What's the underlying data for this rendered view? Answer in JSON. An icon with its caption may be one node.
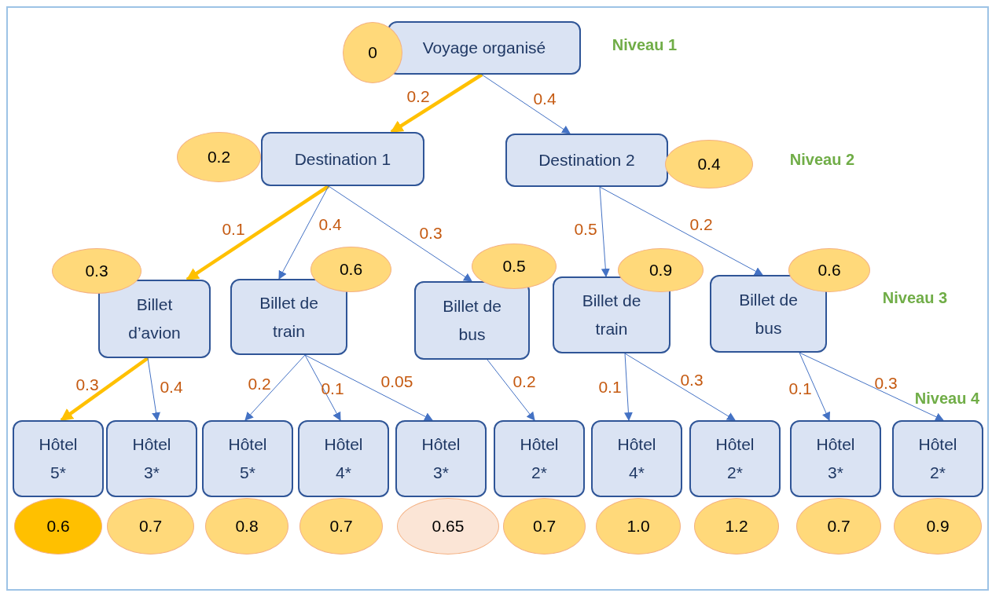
{
  "diagram": {
    "nodes": [
      {
        "text": [
          "0"
        ]
      },
      {
        "text": [
          "Voyage organisé"
        ]
      },
      {
        "text": [
          "0.2"
        ]
      },
      {
        "text": [
          "Destination 1"
        ]
      },
      {
        "text": [
          "Destination 2"
        ]
      },
      {
        "text": [
          "0.4"
        ]
      },
      {
        "text": [
          "0.3"
        ]
      },
      {
        "text": [
          "Billet d’avion"
        ]
      },
      {
        "text": [
          "Billet de train"
        ]
      },
      {
        "text": [
          "0.6"
        ]
      },
      {
        "text": [
          "Billet de bus"
        ]
      },
      {
        "text": [
          "0.5"
        ]
      },
      {
        "text": [
          "Billet de train"
        ]
      },
      {
        "text": [
          "0.9"
        ]
      },
      {
        "text": [
          "Billet de bus"
        ]
      },
      {
        "text": [
          "0.6"
        ]
      },
      {
        "text": [
          "Hôtel 5*"
        ]
      },
      {
        "text": [
          "Hôtel 3*"
        ]
      },
      {
        "text": [
          "Hôtel 5*"
        ]
      },
      {
        "text": [
          "Hôtel 4*"
        ]
      },
      {
        "text": [
          "Hôtel 3*"
        ]
      },
      {
        "text": [
          "Hôtel 2*"
        ]
      },
      {
        "text": [
          "Hôtel 4*"
        ]
      },
      {
        "text": [
          "Hôtel 2*"
        ]
      },
      {
        "text": [
          "Hôtel 3*"
        ]
      },
      {
        "text": [
          "Hôtel 2*"
        ]
      },
      {
        "text": [
          "0.6"
        ]
      },
      {
        "text": [
          "0.7"
        ]
      },
      {
        "text": [
          "0.8"
        ]
      },
      {
        "text": [
          "0.7"
        ]
      },
      {
        "text": [
          "0.65"
        ]
      },
      {
        "text": [
          "0.7"
        ]
      },
      {
        "text": [
          "1.0"
        ]
      },
      {
        "text": [
          "1.2"
        ]
      },
      {
        "text": [
          "0.7"
        ]
      },
      {
        "text": [
          "0.9"
        ]
      }
    ],
    "edges": [
      {
        "from": 1,
        "to": 3,
        "arrow": "to",
        "label": "0.2",
        "style": "thick",
        "color": "#ffc000"
      },
      {
        "from": 1,
        "to": 4,
        "arrow": "to",
        "label": "0.4"
      },
      {
        "from": 3,
        "to": 7,
        "arrow": "to",
        "label": "0.1",
        "style": "thick",
        "color": "#ffc000"
      },
      {
        "from": 3,
        "to": 8,
        "arrow": "to",
        "label": "0.4"
      },
      {
        "from": 3,
        "to": 10,
        "arrow": "to",
        "label": "0.3"
      },
      {
        "from": 4,
        "to": 12,
        "arrow": "to",
        "label": "0.5"
      },
      {
        "from": 4,
        "to": 14,
        "arrow": "to",
        "label": "0.2"
      },
      {
        "from": 7,
        "to": 16,
        "arrow": "to",
        "label": "0.3",
        "style": "thick",
        "color": "#ffc000"
      },
      {
        "from": 7,
        "to": 17,
        "arrow": "to",
        "label": "0.4"
      },
      {
        "from": 8,
        "to": 18,
        "arrow": "to",
        "label": "0.2"
      },
      {
        "from": 8,
        "to": 19,
        "arrow": "to",
        "label": "0.1"
      },
      {
        "from": 8,
        "to": 20,
        "arrow": "to",
        "label": "0.05"
      },
      {
        "from": 10,
        "to": 21,
        "arrow": "to",
        "label": "0.2"
      },
      {
        "from": 12,
        "to": 22,
        "arrow": "to",
        "label": "0.1"
      },
      {
        "from": 12,
        "to": 23,
        "arrow": "to",
        "label": "0.3"
      },
      {
        "from": 14,
        "to": 24,
        "arrow": "to",
        "label": "0.1"
      },
      {
        "from": 14,
        "to": 25,
        "arrow": "to",
        "label": "0.3"
      }
    ],
    "labels": [
      "Niveau 1",
      "Niveau 2",
      "Niveau 3",
      "Niveau 4"
    ]
  }
}
